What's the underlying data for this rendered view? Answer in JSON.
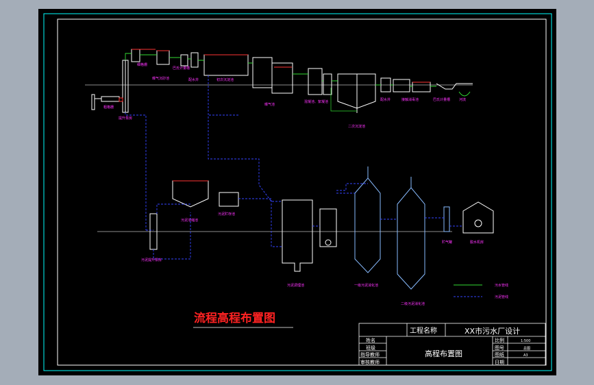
{
  "colors": {
    "outer_bg": "#a4adb8",
    "paper": "#000000",
    "structure": "#ffffff",
    "label": "#ff33ff",
    "sludge_line": "#3344ff",
    "water_line": "#33dd33",
    "border": "#00ffff",
    "title": "#ff2222",
    "vessel": "#88bbff",
    "accent_red": "#ff3333"
  },
  "diagram_title": "流程高程布置图",
  "water_units": [
    {
      "id": "coarse-screen",
      "label": "粗格栅"
    },
    {
      "id": "lift-pump-well",
      "label": "提升泵房"
    },
    {
      "id": "fine-screen",
      "label": "细格栅"
    },
    {
      "id": "aerated-grit",
      "label": "曝气沉砂池"
    },
    {
      "id": "parshall-flume",
      "label": "巴氏计量槽"
    },
    {
      "id": "distribution-well",
      "label": "配水井"
    },
    {
      "id": "primary-clarifier",
      "label": "初次沉淀池"
    },
    {
      "id": "aeration-tank",
      "label": "曝气池"
    },
    {
      "id": "coag-tank",
      "label": "混凝池、絮凝池"
    },
    {
      "id": "secondary-clarifier",
      "label": "二次沉淀池"
    },
    {
      "id": "sink-well",
      "label": "配水井"
    },
    {
      "id": "contact-tank",
      "label": "接触消毒池"
    },
    {
      "id": "outfall-flume",
      "label": "巴氏计量槽"
    },
    {
      "id": "river",
      "label": "河流"
    }
  ],
  "sludge_units": [
    {
      "id": "sludge-return",
      "label": "污泥提升泵房"
    },
    {
      "id": "sludge-thickener",
      "label": "污泥浓缩池"
    },
    {
      "id": "sludge-storage",
      "label": "污泥贮存池"
    },
    {
      "id": "sludge-conditioner",
      "label": "污泥调理池"
    },
    {
      "id": "primary-digester",
      "label": "一级污泥消化池"
    },
    {
      "id": "secondary-digester",
      "label": "二级污泥消化池"
    },
    {
      "id": "gas-holder",
      "label": "贮气罐"
    },
    {
      "id": "dewatering-room",
      "label": "脱水机房"
    }
  ],
  "legend": [
    {
      "id": "water",
      "label": "污水管线"
    },
    {
      "id": "sludge",
      "label": "污泥管线"
    }
  ],
  "title_block": {
    "project_name_label": "工程名称",
    "project_name": "XX市污水厂设计",
    "drawing_name": "高程布置图",
    "left_rows": [
      "姓名",
      "班级",
      "指导教师",
      "审核教师"
    ],
    "right_rows": [
      {
        "label": "比例",
        "value": "1:500"
      },
      {
        "label": "图号",
        "value": "总图"
      },
      {
        "label": "图纸",
        "value": "A3"
      },
      {
        "label": "日期",
        "value": ""
      }
    ]
  }
}
